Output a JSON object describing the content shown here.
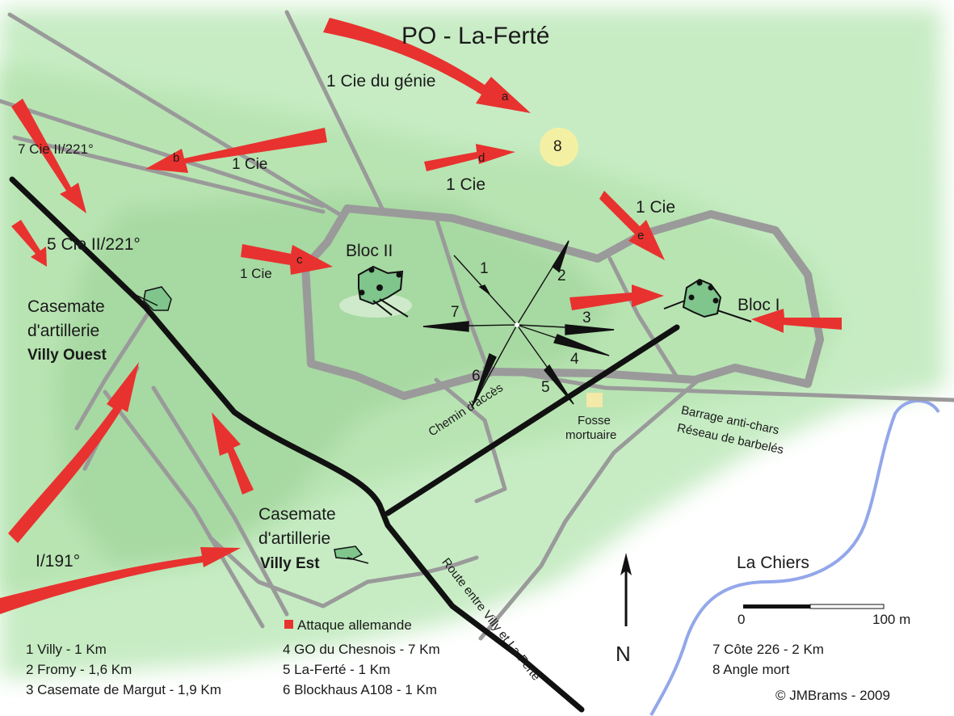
{
  "title": "PO - La-Ferté",
  "units": {
    "genie": "1 Cie du génie",
    "cie_b": "1 Cie",
    "cie_d": "1 Cie",
    "cie_e": "1 Cie",
    "cie_c": "1 Cie",
    "cie7": "7 Cie II/221°",
    "cie5": "5 Cie II/221°",
    "i191": "I/191°"
  },
  "arrow_letters": [
    "a",
    "b",
    "c",
    "d",
    "e"
  ],
  "blocks": {
    "bloc2": "Bloc II",
    "bloc1": "Bloc I"
  },
  "casemate_ouest": {
    "line1": "Casemate",
    "line2": "d'artillerie",
    "line3": "Villy Ouest"
  },
  "casemate_est": {
    "line1": "Casemate",
    "line2": "d'artillerie",
    "line3": "Villy Est"
  },
  "compass_numbers": [
    "1",
    "2",
    "3",
    "4",
    "5",
    "6",
    "7"
  ],
  "marker8": "8",
  "fosse": {
    "line1": "Fosse",
    "line2": "mortuaire"
  },
  "chemin": "Chemin d'accès",
  "route": "Route entre Villy et La-Ferté",
  "barrage": {
    "line1": "Barrage anti-chars",
    "line2": "Réseau de barbelés"
  },
  "river": "La Chiers",
  "north": "N",
  "scale": {
    "start": "0",
    "end": "100 m"
  },
  "legend": {
    "attack": "Attaque allemande",
    "items": [
      "1 Villy - 1 Km",
      "2 Fromy - 1,6 Km",
      "3 Casemate de Margut - 1,9 Km",
      "4 GO du Chesnois - 7 Km",
      "5 La-Ferté - 1 Km",
      "6 Blockhaus A108 - 1 Km",
      "7 Côte 226 - 2 Km",
      "8 Angle mort"
    ]
  },
  "copyright": "© JMBrams - 2009",
  "colors": {
    "terrain_light": "#c7ecc4",
    "terrain_mid": "#b3e1ac",
    "terrain_dark": "#9fd49a",
    "arrow": "#e8322f",
    "road_gray": "#999999",
    "river": "#93a7ea",
    "marker8": "#f4f0a3",
    "fosse": "#f3e9a8"
  }
}
